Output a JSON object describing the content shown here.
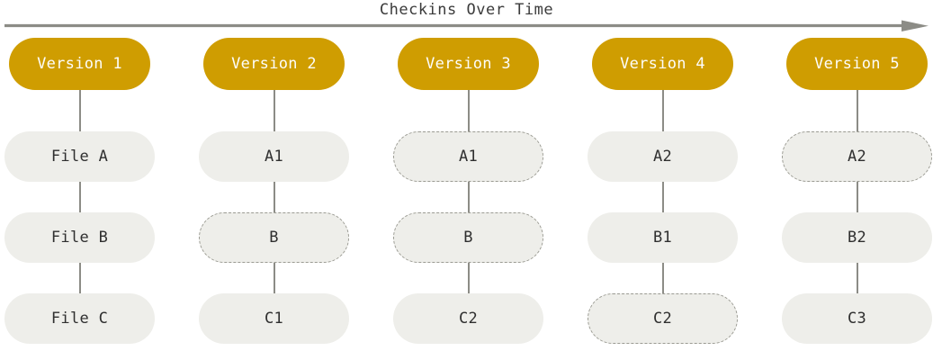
{
  "diagram": {
    "title": "Checkins Over Time",
    "axis_icon": "right-arrow-icon",
    "colors": {
      "version_fill": "#cf9d01",
      "version_text": "#fdfdfb",
      "node_fill": "#eeeeea",
      "node_text": "#2f2f2f",
      "dashed_border": "#9b9b93",
      "connector": "#8c8c86",
      "axis": "#8c8c86",
      "title_text": "#3b3b3b",
      "background": "#ffffff"
    },
    "columns": [
      {
        "version_label": "Version 1",
        "nodes": [
          {
            "label": "File A",
            "style": "solid"
          },
          {
            "label": "File B",
            "style": "solid"
          },
          {
            "label": "File C",
            "style": "solid"
          }
        ]
      },
      {
        "version_label": "Version 2",
        "nodes": [
          {
            "label": "A1",
            "style": "solid"
          },
          {
            "label": "B",
            "style": "dashed"
          },
          {
            "label": "C1",
            "style": "solid"
          }
        ]
      },
      {
        "version_label": "Version 3",
        "nodes": [
          {
            "label": "A1",
            "style": "dashed"
          },
          {
            "label": "B",
            "style": "dashed"
          },
          {
            "label": "C2",
            "style": "solid"
          }
        ]
      },
      {
        "version_label": "Version 4",
        "nodes": [
          {
            "label": "A2",
            "style": "solid"
          },
          {
            "label": "B1",
            "style": "solid"
          },
          {
            "label": "C2",
            "style": "dashed"
          }
        ]
      },
      {
        "version_label": "Version 5",
        "nodes": [
          {
            "label": "A2",
            "style": "dashed"
          },
          {
            "label": "B2",
            "style": "solid"
          },
          {
            "label": "C3",
            "style": "solid"
          }
        ]
      }
    ]
  }
}
